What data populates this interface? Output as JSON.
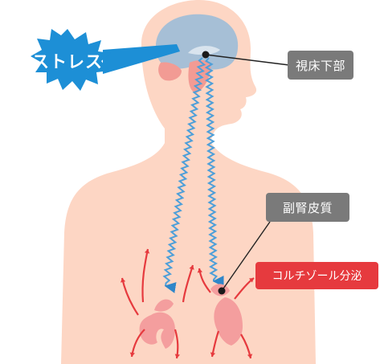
{
  "stress_label": "ストレス",
  "labels": {
    "hypothalamus": "視床下部",
    "adrenal_cortex": "副腎皮質",
    "cortisol_secretion": "コルチゾール分泌"
  },
  "colors": {
    "skin": "#fdd6c4",
    "brain": "#a6bfd6",
    "brain_stem": "#f29b94",
    "signal": "#4d9fd9",
    "burst": "#1d8fd6",
    "kidney": "#f49e9e",
    "hormone_arrow": "#e63a3e",
    "label_gray": "#7a7a7a",
    "label_red": "#e63a3e"
  }
}
